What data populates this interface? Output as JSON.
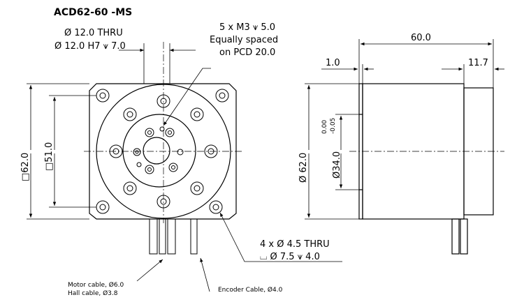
{
  "title": "ACD62-60 -MS",
  "front_view": {
    "bore_thru": "Ø 12.0 THRU",
    "bore_fit": "Ø 12.0 H7 ⩛ 7.0",
    "threads_line1": "5 x M3 ⩛ 5.0",
    "threads_line2": "Equally spaced",
    "threads_line3": "on PCD 20.0",
    "square_outer": "□62.0",
    "square_inner": "□51.0",
    "mount_holes_line1": "4 x Ø 4.5 THRU",
    "mount_holes_line2": "⌴ Ø 7.5 ⩛ 4.0",
    "motor_cable": "Motor cable, Ø6.0",
    "hall_cable": "Hall cable, Ø3.8",
    "encoder_cable": "Encoder Cable, Ø4.0"
  },
  "side_view": {
    "length": "60.0",
    "flange": "1.0",
    "rear": "11.7",
    "diameter": "Ø 62.0",
    "pilot": "Ø34.0",
    "tol_upper": "0.00",
    "tol_lower": "-0.05"
  }
}
